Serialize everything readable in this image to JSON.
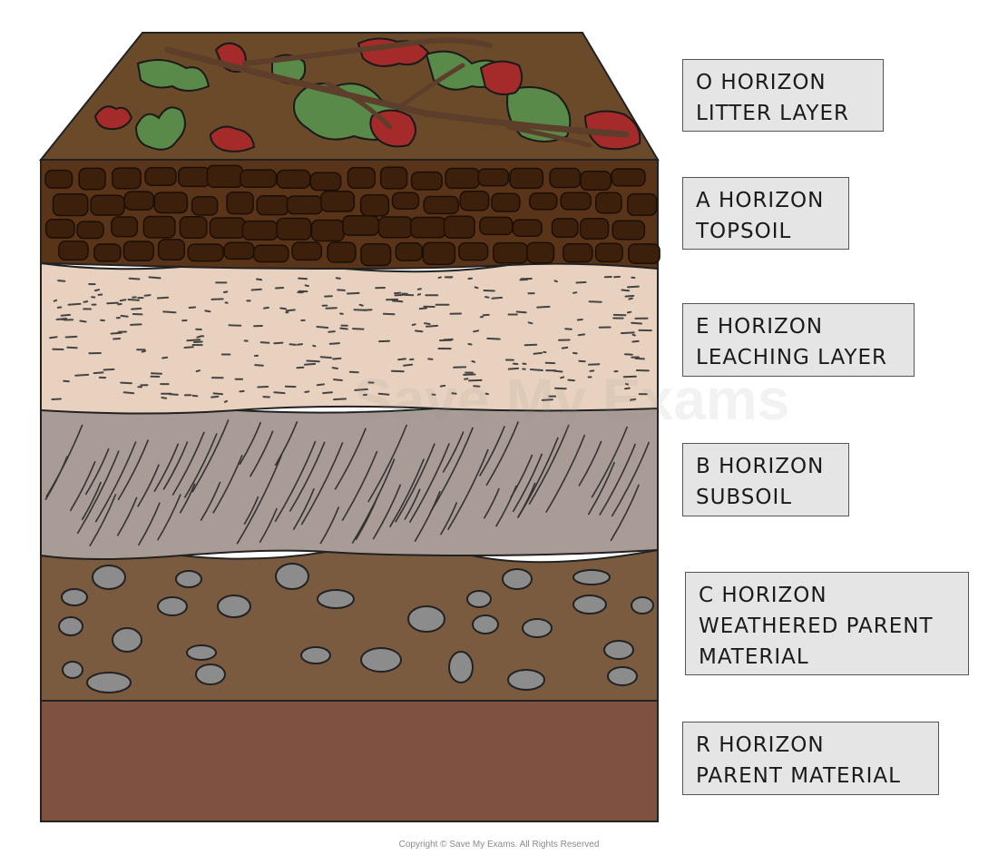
{
  "diagram": {
    "colors": {
      "o_horizon": "#6b4a2a",
      "a_horizon": "#5a3418",
      "e_horizon": "#e8d2bf",
      "b_horizon": "#a99b95",
      "c_horizon": "#7a5b3f",
      "r_horizon": "#7e5140",
      "leaf_red": "#a52a2a",
      "leaf_green": "#5a8a4a",
      "pebble": "#8c8c8c"
    },
    "watermark": "Save My Exams",
    "labels": [
      {
        "id": "o",
        "line1": "O HORIZON",
        "line2": "LITTER LAYER"
      },
      {
        "id": "a",
        "line1": "A HORIZON",
        "line2": "TOPSOIL"
      },
      {
        "id": "e",
        "line1": "E HORIZON",
        "line2": "LEACHING LAYER"
      },
      {
        "id": "b",
        "line1": "B HORIZON",
        "line2": "SUBSOIL"
      },
      {
        "id": "c",
        "line1": "C HORIZON",
        "line2": "WEATHERED PARENT",
        "line3": "MATERIAL"
      },
      {
        "id": "r",
        "line1": "R HORIZON",
        "line2": "PARENT MATERIAL"
      }
    ],
    "copyright": "Copyright © Save My Exams. All Rights Reserved"
  }
}
